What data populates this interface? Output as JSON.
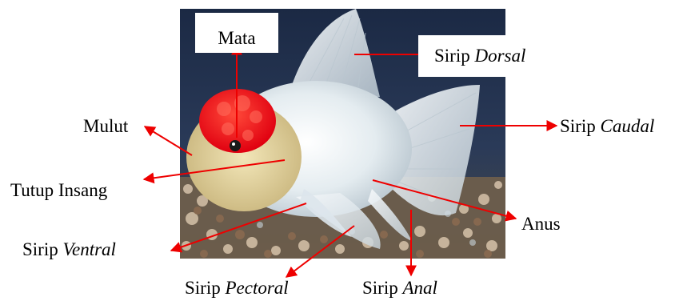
{
  "labels": {
    "mata": "Mata",
    "sirip_dorsal_a": "Sirip ",
    "sirip_dorsal_b": "Dorsal",
    "mulut": "Mulut",
    "sirip_caudal_a": "Sirip ",
    "sirip_caudal_b": "Caudal",
    "tutup_insang": "Tutup Insang",
    "anus": "Anus",
    "sirip_ventral_a": "Sirip ",
    "sirip_ventral_b": "Ventral",
    "sirip_pectoral_a": "Sirip ",
    "sirip_pectoral_b": "Pectoral",
    "sirip_anal_a": "Sirip ",
    "sirip_anal_b": "Anal"
  },
  "colors": {
    "arrow": "#ee0000",
    "background_water": "#1c2a44",
    "fish_body": "#e8eef2",
    "cap": "#ff1a1a"
  }
}
